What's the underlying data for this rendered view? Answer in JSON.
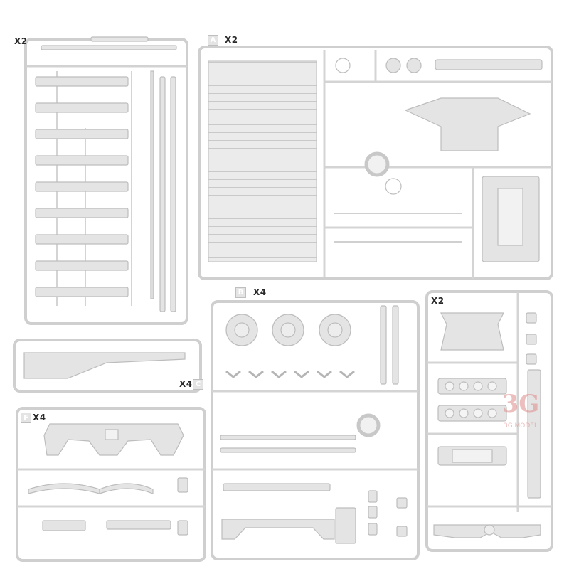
{
  "sprues": {
    "upper_left": {
      "qty": "X2"
    },
    "a": {
      "letter": "A",
      "qty": "X2"
    },
    "b": {
      "letter": "B",
      "qty": "X4"
    },
    "c": {
      "letter": "C",
      "qty": "X4"
    },
    "f": {
      "letter": "F",
      "qty": "X4"
    },
    "lower_right": {
      "qty": "X2"
    }
  },
  "watermark": {
    "big": "3G",
    "small": "3G MODEL"
  },
  "colors": {
    "plastic": "#e9e9e9",
    "frame": "#d6d6d6",
    "edge": "#b8b8b8",
    "shadow": "#a9a9a9",
    "label": "#2a2a2a",
    "watermark": "#e08a8a"
  }
}
